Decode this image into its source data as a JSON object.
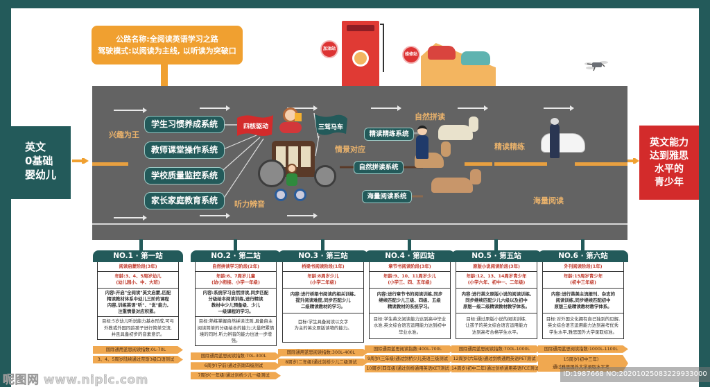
{
  "title_callout": {
    "line1": "公路名称:全阅读英语学习之路",
    "line2": "驾驶模式:以阅读为主线, 以听读为突破口"
  },
  "start": {
    "lines": [
      "英文",
      "0基础",
      "婴幼儿"
    ]
  },
  "end": {
    "lines": [
      "英文能力",
      "达到雅思",
      "水平的",
      "青少年"
    ]
  },
  "illustrations": {
    "gas_station_badge": "加油站",
    "repair_station_badge": "维修站",
    "drone": "drone-icon"
  },
  "road": {
    "labels": {
      "interest": "兴趣为王",
      "listening": "听力辨音",
      "context": "情景对应",
      "phonics": "自然拼读",
      "intensive": "精读精练",
      "extensive": "海量阅读"
    },
    "flags": {
      "four_core": "四核驱动",
      "three_horse": "三驾马车"
    },
    "core_systems": [
      "学生习惯养成系统",
      "教师课堂操作系统",
      "学校质量监控系统",
      "家长家庭教育系统"
    ],
    "horse_systems": [
      "精读精练系统",
      "自然拼读系统",
      "海量阅读系统"
    ]
  },
  "colors": {
    "frame": "#235a5a",
    "road": "#636363",
    "accent_orange": "#f0a030",
    "end_red": "#d32b2b",
    "stage_red": "#c0392b"
  },
  "stations": [
    {
      "title": "NO.1 · 第一站",
      "stage": "阅读启蒙阶段(3年)",
      "age": [
        "年龄:3、4、5周岁幼儿",
        "(幼儿园小、中、大班)"
      ],
      "content": [
        "内容:开启\"全阅读\"英文启蒙,匹配",
        "精读教材体系中幼儿三阶的课程",
        "内容,训练英语\"听\"、\"说\"能力,",
        "注重情景对应积累。"
      ],
      "goal": [
        "目标:5岁幼儿听说能力基本形成,可与",
        "外教或外国同龄孩子进行简单交流,",
        "并且具备初步的音素意识。"
      ],
      "tags": [
        "国际通用蓝思阅读指数:0L-70L",
        "3、4、5周岁陆续通过奈斯3级口语测试"
      ]
    },
    {
      "title": "NO.2 · 第二站",
      "stage": "自然拼读学习阶段(2年)",
      "age": [
        "年龄:6、7周岁儿童",
        "(幼小衔接、小学一年级)"
      ],
      "content": [
        "内容:系统学习自然拼读,同步匹配",
        "分级绘本阅读训练,进行精读",
        "教材中少儿预备级、少儿",
        "一级课程的学习。"
      ],
      "goal": [
        "目标:熟练掌握自然拼读法则,具备自主",
        "阅读简单的分级绘本的能力;大量积累情",
        "境的同时,听力辨音的能力也进一步增强。"
      ],
      "tags": [
        "国际通用蓝思阅读指数:70L-300L",
        "6周岁(学前)通过奈斯四级测试",
        "7周岁(一年级)通过剑桥少儿一级测试"
      ]
    },
    {
      "title": "NO.3 · 第三站",
      "stage": "桥梁书阅读阶段(1年)",
      "age": [
        "年龄:8周岁少儿",
        "(小学二年级)"
      ],
      "content": [
        "内容:进行桥梁书阅读的相关训练,",
        "提升阅读难度,同步匹配少儿",
        "二级精读教材的学习。"
      ],
      "goal": [
        "目标:学生具备阅读以文字",
        "为主的英文原版读物的能力。"
      ],
      "tags": [
        "国际通用蓝思阅读指数:300L-400L",
        "8周岁(二年级)通过剑桥少儿二级测试"
      ]
    },
    {
      "title": "NO.4 · 第四站",
      "stage": "章节书阅读阶段(3年)",
      "age": [
        "年龄:9、10、11周岁少儿",
        "(小学三、四、五年级)"
      ],
      "content": [
        "内容:进行章节书的阅读训练,同步",
        "继续匹配少儿三级、四级、五级",
        "精读教材的系统学习。"
      ],
      "goal": [
        "目标:学生英文阅读能力达到高中毕业",
        "水准,英文综合语言运用能力达到初中",
        "毕业水准。"
      ],
      "tags": [
        "国际通用蓝思阅读指数:400L-700L",
        "9周岁(三年级)通过剑桥少儿英语三级测试",
        "10周岁(四年级)通过剑桥通用英语KET测试"
      ]
    },
    {
      "title": "NO.5 · 第五站",
      "stage": "原版小说阅读阶段(3年)",
      "age": [
        "年龄:12、13、14周岁青少年",
        "(小学六年、初中一、二年级)"
      ],
      "content": [
        "内容:进行英文原版小说的阅读训练,",
        "同步继续匹配少儿六级以及初中",
        "原版一级二级精读教材教学体系。"
      ],
      "goal": [
        "目标:通过原版小说的阅读训练,",
        "让孩子的英文综合语言运用能力",
        "达到高考合格学生水平。"
      ],
      "tags": [
        "国际通用蓝思阅读指数:700L-1000L",
        "12周岁(六年级)通过剑桥通用英语PET测试",
        "14周岁(初中二年)通过剑桥通用英语FCE测试"
      ]
    },
    {
      "title": "NO.6 · 第六站",
      "stage": "外刊阅读阶段(1年)",
      "age": [
        "年龄:15周岁青少年",
        "(初中三年级)"
      ],
      "content": [
        "内容:进行英美主流报刊、杂志的",
        "阅读训练,同步继续匹配初中",
        "原版三级精读教材教学体系。"
      ],
      "goal": [
        "目标:对外国文化拥有自己独到的见解,",
        "英文综合语言运用能力达到高考优秀",
        "学生水平,雅思国外大学录取标准。"
      ],
      "tags": [
        "国际通用蓝思阅读指数:1000L-1100L",
        "15周岁(初中三年)\n通过雅思国外大学录取水平考"
      ]
    }
  ],
  "watermark": {
    "left": "呢图网 www.nipic.com",
    "right": "ID:1987668 NO:20201025083229933000"
  }
}
